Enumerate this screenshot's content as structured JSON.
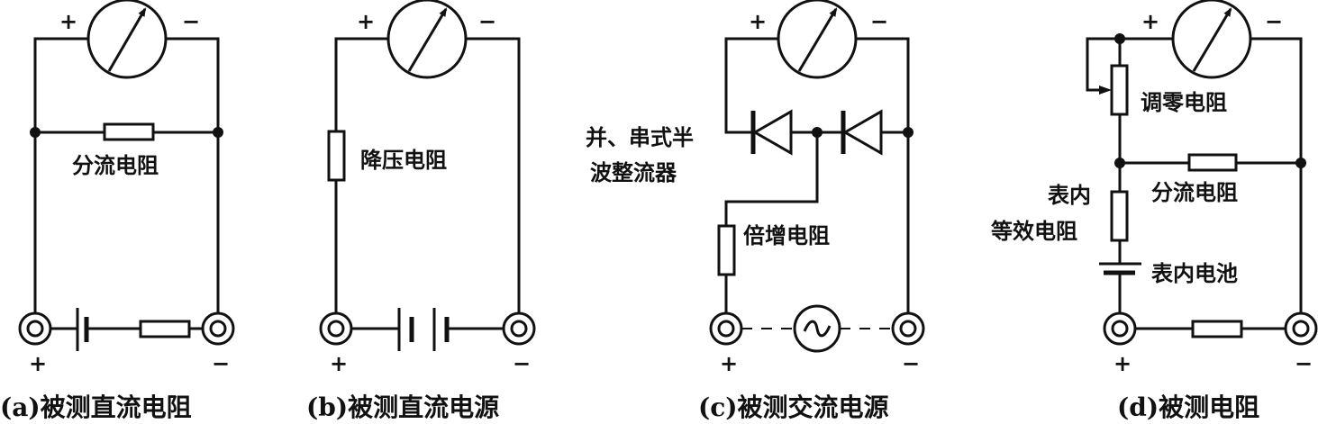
{
  "figure": {
    "panels": [
      {
        "id": "a",
        "caption": "(a)被测直流电阻",
        "labels": {
          "resistor": "分流电阻"
        },
        "meter_signs": {
          "plus": "+",
          "minus": "−"
        },
        "terminal_signs": {
          "plus": "+",
          "minus": "−"
        }
      },
      {
        "id": "b",
        "caption": "(b)被测直流电源",
        "labels": {
          "resistor": "降压电阻"
        },
        "meter_signs": {
          "plus": "+",
          "minus": "−"
        },
        "terminal_signs": {
          "plus": "+",
          "minus": "−"
        }
      },
      {
        "id": "c",
        "caption": "(c)被测交流电源",
        "labels": {
          "rectifier_line1": "并、串式半",
          "rectifier_line2": "波整流器",
          "resistor": "倍增电阻",
          "ac_source": "~"
        },
        "meter_signs": {
          "plus": "+",
          "minus": "−"
        },
        "terminal_signs": {
          "plus": "+",
          "minus": "−"
        }
      },
      {
        "id": "d",
        "caption": "(d)被测电阻",
        "labels": {
          "zero_adjust": "调零电阻",
          "shunt": "分流电阻",
          "internal_line1": "表内",
          "internal_line2": "等效电阻",
          "battery": "表内电池"
        },
        "meter_signs": {
          "plus": "+",
          "minus": "−"
        },
        "terminal_signs": {
          "plus": "+",
          "minus": "−"
        }
      }
    ]
  }
}
